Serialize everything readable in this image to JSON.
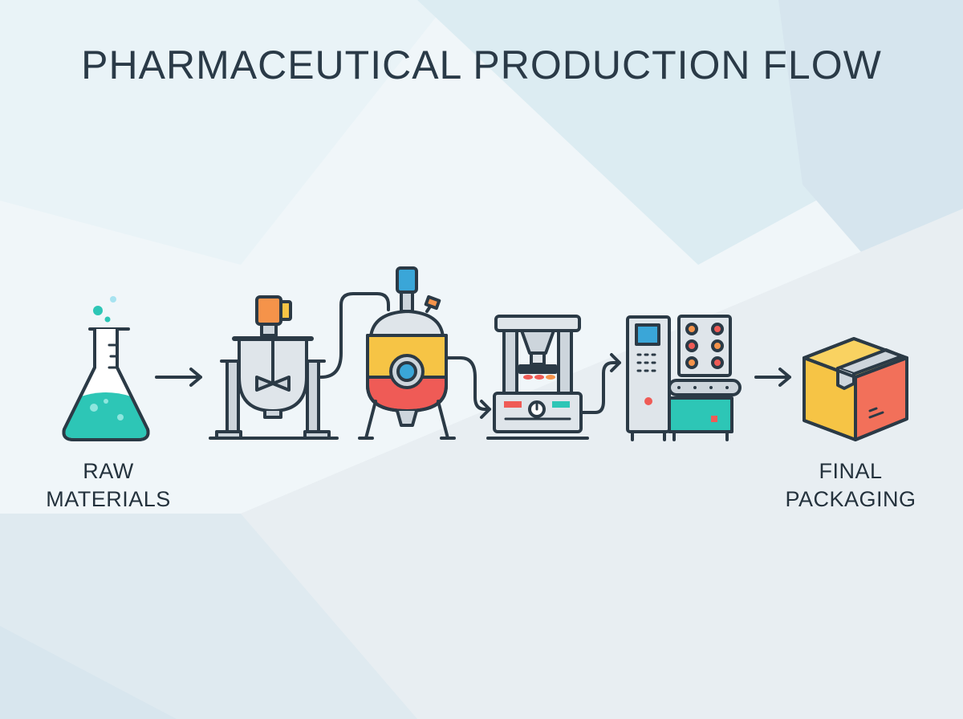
{
  "title": "PHARMACEUTICAL PRODUCTION FLOW",
  "labels": {
    "raw_line1": "RAW",
    "raw_line2": "MATERIALS",
    "final_line1": "FINAL",
    "final_line2": "PACKAGING"
  },
  "stages": [
    {
      "icon": "flask-icon"
    },
    {
      "icon": "mixing-tank-icon"
    },
    {
      "icon": "reactor-vessel-icon"
    },
    {
      "icon": "tablet-press-icon"
    },
    {
      "icon": "blister-packing-machine-icon"
    },
    {
      "icon": "package-box-icon"
    }
  ],
  "colors": {
    "outline": "#2b3a46",
    "teal": "#2dc6b6",
    "yellow": "#f6c445",
    "orange": "#f5934a",
    "red": "#ef5b56",
    "metal": "#cdd5dc",
    "blue_screen": "#3aa6d8"
  }
}
